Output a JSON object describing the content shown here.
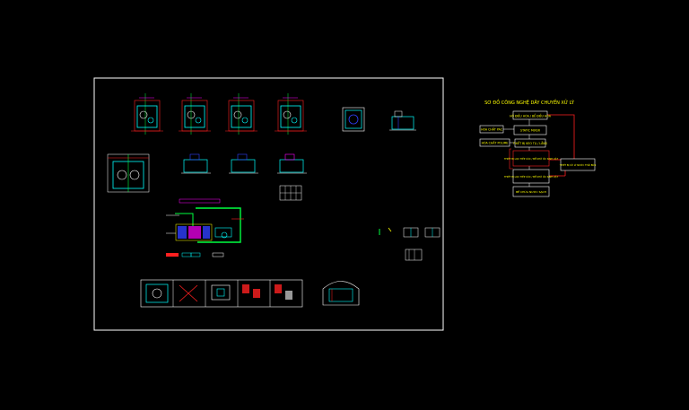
{
  "flowchart": {
    "title": "SƠ ĐỒ CÔNG NGHỆ DÂY CHUYỀN XỬ LÝ",
    "nodes": {
      "source": "HỒ ĐIỀU HÒA / BỂ ĐIỀU HÒA",
      "static_mixer": "STATIC MIXER",
      "lime": "HÓA CHẤT PAC",
      "polymer": "HÓA CHẤT POLIME",
      "settling": "THIẾT BỊ KEO TỤ / LẮNG",
      "filter1": "THIẾT BỊ LỌC TIẾP XÚC / BỂ KHỬ ỐC SINH VẬT",
      "filter2": "THIẾT BỊ LỌC TIẾP XÚC / BỂ KHỬ ỐC SINH VẬT",
      "sludge": "THIẾT BỊ XỬ LÝ NƯỚC THẢI BÙN",
      "clear_water": "BỂ CHỨA NƯỚC SẠCH"
    }
  },
  "colors": {
    "frame": "#ffffff",
    "cyan": "#00ffff",
    "red": "#ff2020",
    "yellow": "#ffff00",
    "green": "#00ff40",
    "magenta": "#ff00ff",
    "blue": "#3040ff",
    "title": "#ffff00"
  }
}
